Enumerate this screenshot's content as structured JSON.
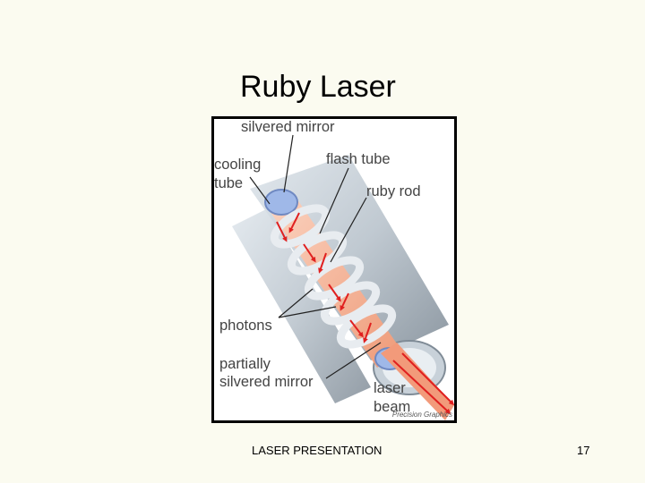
{
  "slide": {
    "title": "Ruby Laser",
    "footer": "LASER PRESENTATION",
    "page_number": "17"
  },
  "diagram": {
    "labels": {
      "silvered_mirror": "silvered mirror",
      "cooling": "cooling",
      "tube": "tube",
      "flash_tube": "flash tube",
      "ruby_rod": "ruby rod",
      "photons": "photons",
      "partially": "partially",
      "partially_silvered_mirror": "silvered mirror",
      "laser": "laser",
      "beam": "beam"
    },
    "credit": "Precision Graphics",
    "colors": {
      "tube_gray": "#b9c3cc",
      "tube_dark": "#8d98a2",
      "ruby": "#f0a98a",
      "arrow": "#e02020",
      "mirror": "#9fb8e8"
    }
  }
}
